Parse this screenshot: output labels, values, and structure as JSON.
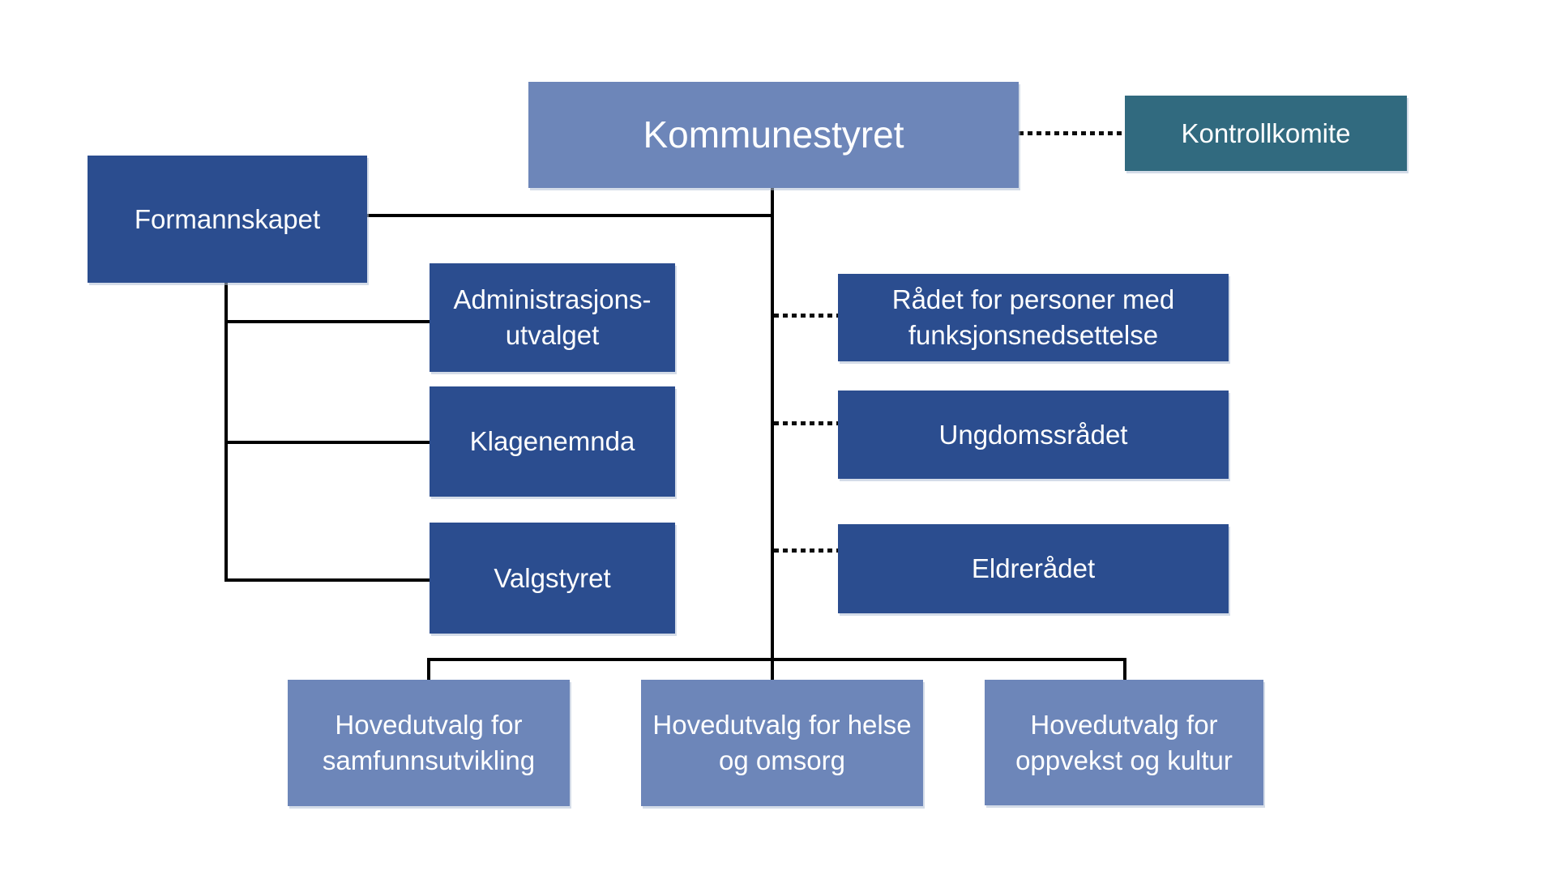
{
  "page": {
    "type": "organizational-chart",
    "background": "#ffffff"
  },
  "palette": {
    "light_blue": "#6d86b9",
    "dark_blue": "#2b4d8f",
    "teal": "#316a7f",
    "connector": "#000000",
    "text": "#ffffff"
  },
  "nodes": {
    "kommunestyret": {
      "label": "Kommunestyret"
    },
    "kontrollkomite": {
      "label": "Kontrollkomite"
    },
    "formannskapet": {
      "label": "Formannskapet"
    },
    "administrasjonsutvalget": {
      "label": "Administrasjons-utvalget"
    },
    "klagenemnda": {
      "label": "Klagenemnda"
    },
    "valgstyret": {
      "label": "Valgstyret"
    },
    "radet_funksjonsnedsettelse": {
      "label": "Rådet for personer med funksjonsnedsettelse"
    },
    "ungdomsradet": {
      "label": "Ungdomssrådet"
    },
    "eldreradet": {
      "label": "Eldrerådet"
    },
    "hovedutvalg_samfunnsutvikling": {
      "label": "Hovedutvalg for samfunnsutvikling"
    },
    "hovedutvalg_helse_omsorg": {
      "label": "Hovedutvalg for helse og omsorg"
    },
    "hovedutvalg_oppvekst_kultur": {
      "label": "Hovedutvalg for oppvekst og kultur"
    }
  },
  "edges": [
    {
      "from": "kommunestyret",
      "to": "kontrollkomite",
      "style": "dotted"
    },
    {
      "from": "kommunestyret",
      "to": "formannskapet",
      "style": "solid"
    },
    {
      "from": "formannskapet",
      "to": "administrasjonsutvalget",
      "style": "solid"
    },
    {
      "from": "formannskapet",
      "to": "klagenemnda",
      "style": "solid"
    },
    {
      "from": "formannskapet",
      "to": "valgstyret",
      "style": "solid"
    },
    {
      "from": "kommunestyret",
      "to": "radet_funksjonsnedsettelse",
      "style": "dotted"
    },
    {
      "from": "kommunestyret",
      "to": "ungdomsradet",
      "style": "dotted"
    },
    {
      "from": "kommunestyret",
      "to": "eldreradet",
      "style": "dotted"
    },
    {
      "from": "kommunestyret",
      "to": "hovedutvalg_samfunnsutvikling",
      "style": "solid"
    },
    {
      "from": "kommunestyret",
      "to": "hovedutvalg_helse_omsorg",
      "style": "solid"
    },
    {
      "from": "kommunestyret",
      "to": "hovedutvalg_oppvekst_kultur",
      "style": "solid"
    }
  ]
}
